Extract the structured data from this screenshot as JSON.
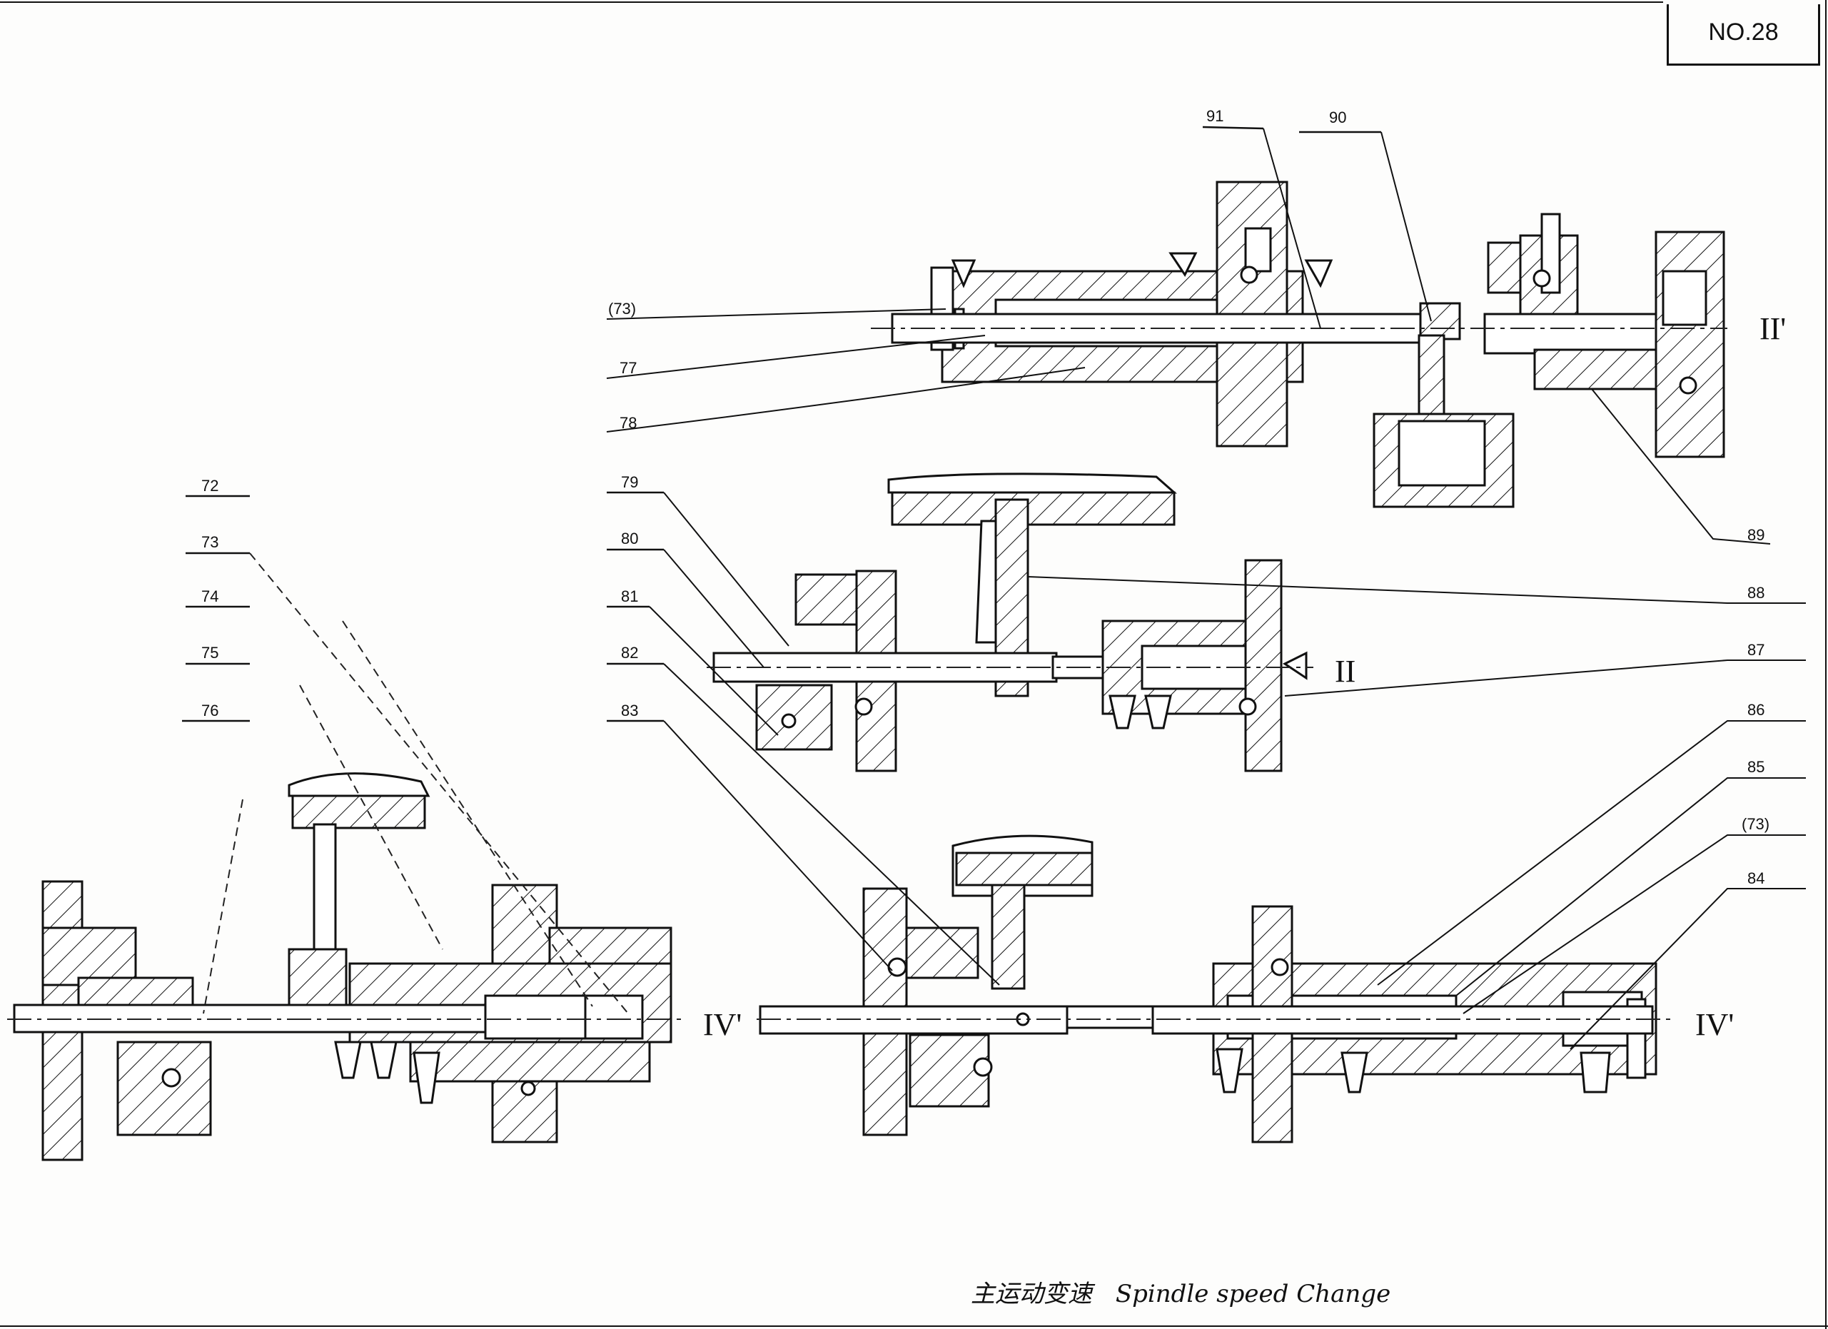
{
  "sheet": {
    "number": "NO.28"
  },
  "caption": {
    "chinese": "主运动变速",
    "english": "Spindle speed Change"
  },
  "callouts": {
    "c73_top": "(73)",
    "c77": "77",
    "c78": "78",
    "c91": "91",
    "c90": "90",
    "c89": "89",
    "c79": "79",
    "c80": "80",
    "c81": "81",
    "c82": "82",
    "c83": "83",
    "c88": "88",
    "c87": "87",
    "c86": "86",
    "c85": "85",
    "c73_right": "(73)",
    "c84": "84",
    "c72": "72",
    "c73": "73",
    "c74": "74",
    "c75": "75",
    "c76": "76"
  },
  "shaft_labels": {
    "II_prime": "II'",
    "II": "II",
    "IV_left": "IV'",
    "IV_right": "IV'"
  },
  "colors": {
    "ink": "#111111",
    "paper": "#fdfdfc"
  }
}
